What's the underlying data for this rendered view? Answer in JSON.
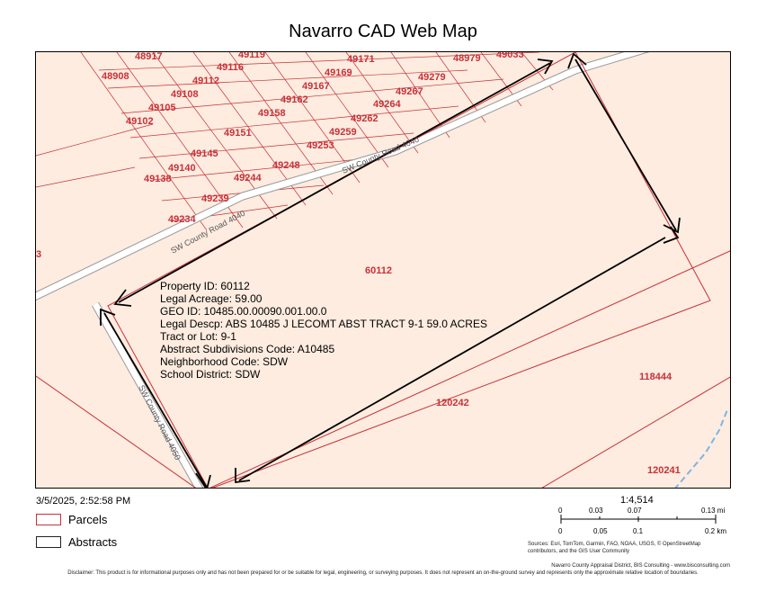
{
  "title": "Navarro CAD Web Map",
  "date": "3/5/2025, 2:52:58 PM",
  "colors": {
    "parcel": "#c8313a",
    "abstract": "#222222",
    "land": "#fdecdf",
    "road": "#ffffff",
    "water": "#7ab6e8"
  },
  "map": {
    "parcel_labels": [
      "48917",
      "49119",
      "49171",
      "48979",
      "49033",
      "48908",
      "49116",
      "49169",
      "49279",
      "49112",
      "49167",
      "49108",
      "49267",
      "49162",
      "49105",
      "49264",
      "49158",
      "49102",
      "49262",
      "49151",
      "49259",
      "49253",
      "49145",
      "49248",
      "49140",
      "49138",
      "49244",
      "49239",
      "49234",
      "3",
      "60112",
      "118444",
      "120242",
      "120241"
    ],
    "road_labels": [
      "SW County Road 4040",
      "SW County Road 4040",
      "SW County Road 4050"
    ],
    "popup": [
      "Property ID: 60112",
      "Legal Acreage: 59.00",
      "GEO ID: 10485.00.00090.001.00.0",
      "Legal Descp: ABS 10485 J LECOMT ABST TRACT 9-1 59.0 ACRES",
      "Tract or Lot: 9-1",
      "Abstract Subdivisions Code: A10485",
      "Neighborhood Code: SDW",
      "School District: SDW"
    ]
  },
  "legend": {
    "parcels": "Parcels",
    "abstracts": "Abstracts"
  },
  "scale": {
    "ratio": "1:4,514",
    "mi_ticks": [
      "0",
      "0.03",
      "0.07",
      "0.13 mi"
    ],
    "km_ticks": [
      "0",
      "0.05",
      "0.1",
      "0.2 km"
    ]
  },
  "sources": "Sources: Esri, TomTom, Garmin, FAO, NOAA, USGS, © OpenStreetMap contributors, and the GIS User Community",
  "credit": "Navarro County Appraisal District, BIS Consulting - www.bisconsulting.com",
  "disclaimer": "Disclaimer: This product is for informational purposes only and has not been prepared for or be suitable for legal, engineering, or surveying purposes. It does not represent an on-the-ground survey and represents only the approximate relative location of boundaries."
}
